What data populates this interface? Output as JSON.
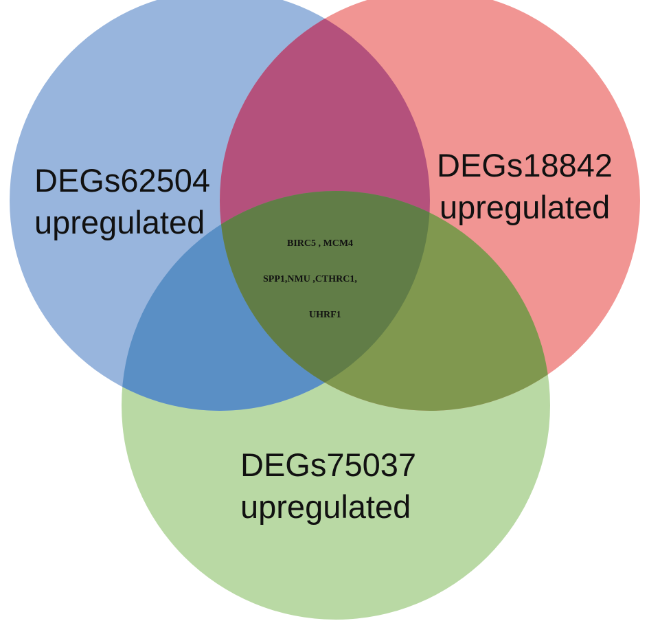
{
  "sets": [
    {
      "id": "a",
      "line1": "DEGs62504",
      "line2": "upregulated",
      "color": "#98b5dd"
    },
    {
      "id": "b",
      "line1": "DEGs18842",
      "line2": "upregulated",
      "color": "#f19593"
    },
    {
      "id": "c",
      "line1": "DEGs75037",
      "line2": "upregulated",
      "color": "#b9d9a4"
    }
  ],
  "overlap_colors": {
    "ab": "#b4517c",
    "ac": "#5a8fc5",
    "bc": "#80984f",
    "abc": "#617d47"
  },
  "intersection_genes": [
    "BIRC5 , MCM4",
    "SPP1,NMU ,CTHRC1,",
    "UHRF1"
  ]
}
